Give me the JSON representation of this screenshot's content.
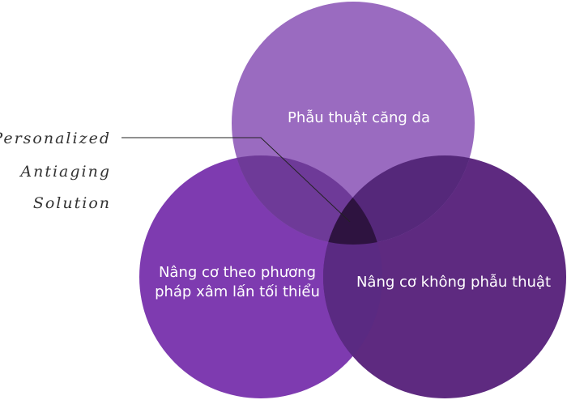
{
  "diagram": {
    "circles": [
      {
        "id": "top",
        "label_lines": [
          "Phẫu thuật căng da"
        ],
        "color": "#9A6BC0"
      },
      {
        "id": "left",
        "label_lines": [
          "Nâng cơ theo phương",
          "pháp xâm lấn tối thiểu"
        ],
        "color": "#7E3BB0"
      },
      {
        "id": "right",
        "label_lines": [
          "Nâng cơ không phẫu thuật"
        ],
        "color": "#5E2A80"
      }
    ],
    "center_color": "#2E1340",
    "callout_lines": [
      "Personalized",
      "Antiaging",
      "Solution"
    ],
    "line_color": "#222222"
  }
}
